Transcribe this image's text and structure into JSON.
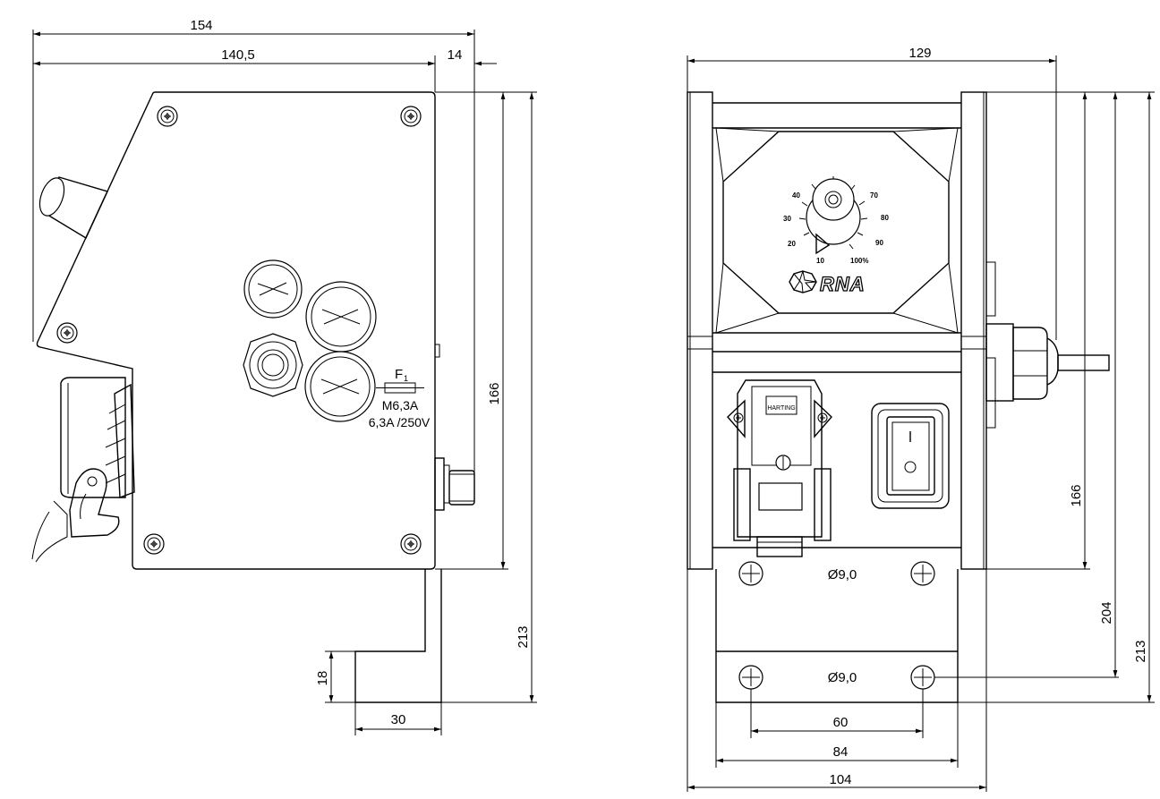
{
  "left_view": {
    "dims": {
      "overall_width": "154",
      "body_width": "140,5",
      "connector_depth": "14",
      "body_height": "166",
      "total_height": "213",
      "foot_height": "18",
      "foot_width": "30"
    },
    "fuse": {
      "label": "F",
      "label_sub": "1",
      "type": "M6,3A",
      "rating": "6,3A /250V"
    }
  },
  "right_view": {
    "dims": {
      "overall_width": "129",
      "body_height": "166",
      "height_to_holes": "204",
      "total_height": "213",
      "hole_spacing": "60",
      "plate_width": "84",
      "base_width": "104",
      "hole_dia_top": "Ø9,0",
      "hole_dia_bottom": "Ø9,0"
    },
    "dial_scale": [
      "10",
      "20",
      "30",
      "40",
      "70",
      "80",
      "90",
      "100%"
    ],
    "brand": "RNA",
    "connector_label": "HARTING"
  }
}
